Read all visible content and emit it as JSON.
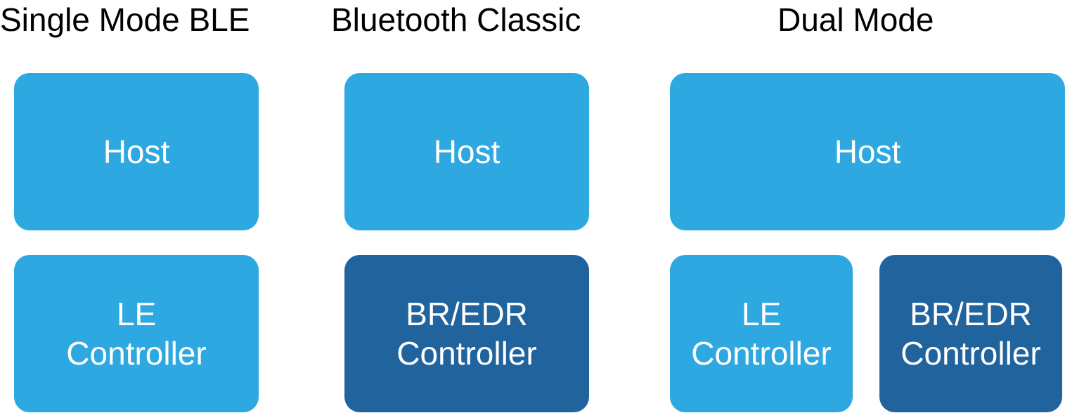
{
  "colors": {
    "light_blue": "#2EA8E0",
    "dark_blue": "#21639D",
    "text_on_box": "#FFFFFF",
    "heading_text": "#000000"
  },
  "columns": [
    {
      "title": "Single Mode BLE",
      "host": "Host",
      "controllers": [
        {
          "label": "LE\nController",
          "color": "light_blue"
        }
      ]
    },
    {
      "title": "Bluetooth Classic",
      "host": "Host",
      "controllers": [
        {
          "label": "BR/EDR\nController",
          "color": "dark_blue"
        }
      ]
    },
    {
      "title": "Dual Mode",
      "host": "Host",
      "controllers": [
        {
          "label": "LE\nController",
          "color": "light_blue"
        },
        {
          "label": "BR/EDR\nController",
          "color": "dark_blue"
        }
      ]
    }
  ]
}
